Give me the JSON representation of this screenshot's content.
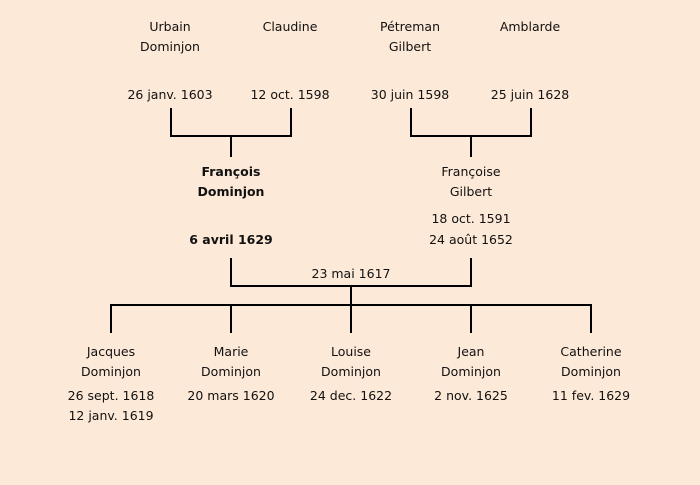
{
  "grandparents": [
    {
      "name1": "Urbain",
      "name2": "Dominjon",
      "date": "26 janv. 1603"
    },
    {
      "name1": "Claudine",
      "name2": "",
      "date": "12 oct. 1598"
    },
    {
      "name1": "Pétreman",
      "name2": "Gilbert",
      "date": "30 juin 1598"
    },
    {
      "name1": "Amblarde",
      "name2": "",
      "date": "25 juin 1628"
    }
  ],
  "parents": [
    {
      "name1": "François",
      "name2": "Dominjon",
      "date1": "",
      "date2": "6 avril 1629"
    },
    {
      "name1": "Françoise",
      "name2": "Gilbert",
      "date1": "18 oct. 1591",
      "date2": "24 août 1652"
    }
  ],
  "marriage_date": "23 mai 1617",
  "children": [
    {
      "name1": "Jacques",
      "name2": "Dominjon",
      "date1": "26 sept. 1618",
      "date2": "12 janv. 1619"
    },
    {
      "name1": "Marie",
      "name2": "Dominjon",
      "date1": "20 mars 1620",
      "date2": ""
    },
    {
      "name1": "Louise",
      "name2": "Dominjon",
      "date1": "24 dec. 1622",
      "date2": ""
    },
    {
      "name1": "Jean",
      "name2": "Dominjon",
      "date1": "2 nov. 1625",
      "date2": ""
    },
    {
      "name1": "Catherine",
      "name2": "Dominjon",
      "date1": "11 fev. 1629",
      "date2": ""
    }
  ],
  "colors": {
    "background": "#fde9d7",
    "line": "#000000"
  }
}
